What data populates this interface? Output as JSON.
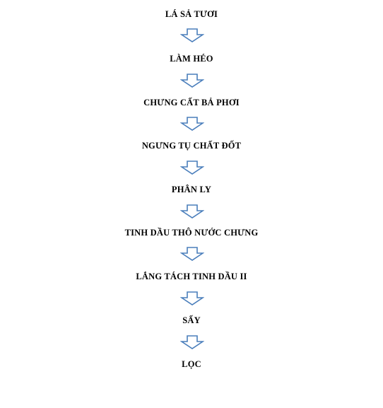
{
  "steps": [
    "LÁ SẢ TƯƠI",
    "LÀM HÉO",
    "CHƯNG CẤT BẢ PHƠI",
    "NGƯNG TỤ CHẤT ĐỐT",
    "PHÂN LY",
    "TINH DẦU THÔ NƯỚC CHƯNG",
    "LẮNG TÁCH TINH DẦU II",
    "SẤY",
    "LỌC"
  ],
  "colors": {
    "arrow_fill": "#ffffff",
    "arrow_stroke": "#4a7ebb",
    "text": "#000000"
  },
  "icons": {
    "connector": "down-arrow-icon"
  }
}
